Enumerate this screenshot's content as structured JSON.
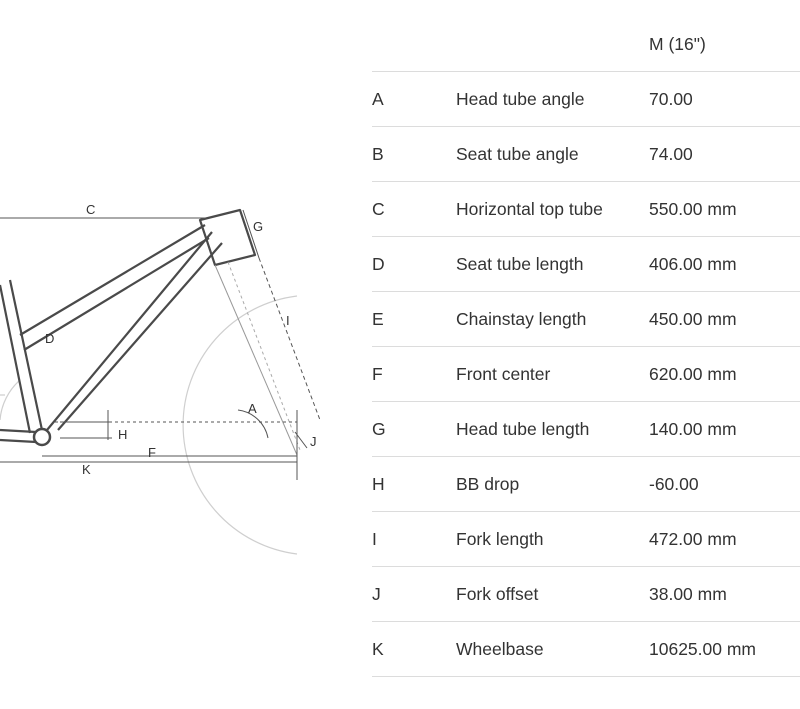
{
  "diagram": {
    "labels": {
      "A": "A",
      "C": "C",
      "D": "D",
      "F": "F",
      "G": "G",
      "H": "H",
      "I": "I",
      "J": "J",
      "K": "K"
    }
  },
  "table": {
    "header": {
      "letter": "",
      "name": "",
      "size": "M (16\")"
    },
    "rows": [
      {
        "letter": "A",
        "name": "Head tube angle",
        "value": "70.00"
      },
      {
        "letter": "B",
        "name": "Seat tube angle",
        "value": "74.00"
      },
      {
        "letter": "C",
        "name": "Horizontal top tube",
        "value": "550.00 mm"
      },
      {
        "letter": "D",
        "name": "Seat tube length",
        "value": "406.00 mm"
      },
      {
        "letter": "E",
        "name": "Chainstay length",
        "value": "450.00 mm"
      },
      {
        "letter": "F",
        "name": "Front center",
        "value": "620.00 mm"
      },
      {
        "letter": "G",
        "name": "Head tube length",
        "value": "140.00 mm"
      },
      {
        "letter": "H",
        "name": "BB drop",
        "value": "-60.00"
      },
      {
        "letter": "I",
        "name": "Fork length",
        "value": "472.00 mm"
      },
      {
        "letter": "J",
        "name": "Fork offset",
        "value": "38.00 mm"
      },
      {
        "letter": "K",
        "name": "Wheelbase",
        "value": "10625.00 mm"
      }
    ]
  }
}
